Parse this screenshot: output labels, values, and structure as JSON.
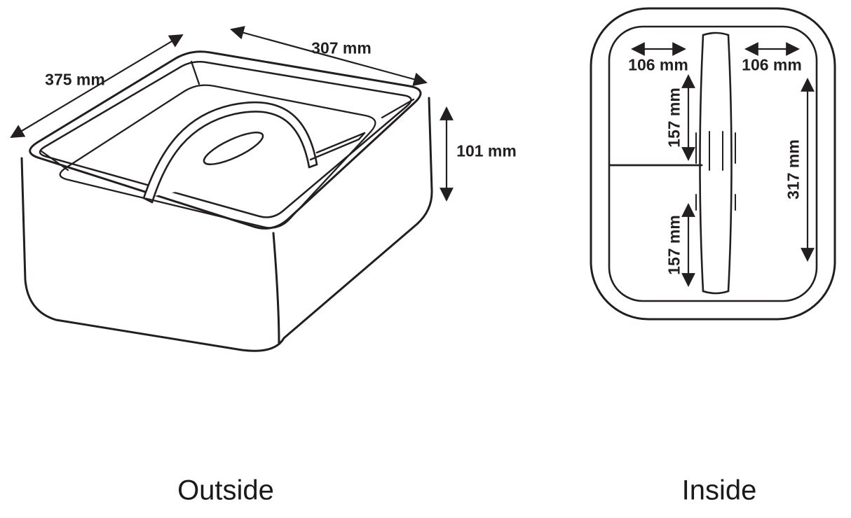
{
  "outside": {
    "caption": "Outside",
    "dim_width_top": "307 mm",
    "dim_depth_left": "375 mm",
    "dim_height_right": "101 mm"
  },
  "inside": {
    "caption": "Inside",
    "dim_top_left_width": "106 mm",
    "dim_top_right_width": "106 mm",
    "dim_upper_left_length": "157 mm",
    "dim_lower_left_length": "157 mm",
    "dim_right_length": "317 mm"
  },
  "colors": {
    "line": "#231f20",
    "background": "#ffffff"
  }
}
